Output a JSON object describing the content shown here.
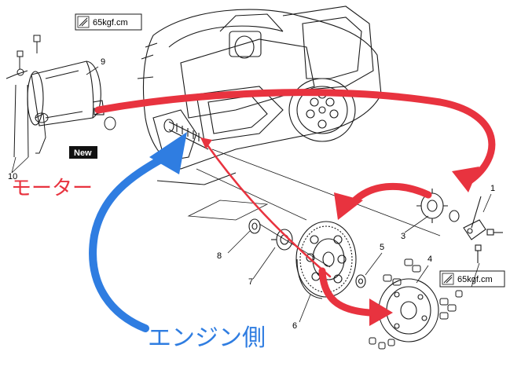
{
  "torque_spec_top": "65kgf.cm",
  "torque_spec_right": "65kgf.cm",
  "new_badge": "New",
  "part_numbers": {
    "p1": "1",
    "p3": "3",
    "p4": "4",
    "p5": "5",
    "p6": "6",
    "p7": "7",
    "p8": "8",
    "p9": "9",
    "p10": "10"
  },
  "annotations": {
    "motor_side": "モーター",
    "engine_side": "エンジン側"
  },
  "colors": {
    "motor_arrow": "#e8333f",
    "engine_arrow": "#2f7de1",
    "line_art": "#1a1a1a"
  }
}
